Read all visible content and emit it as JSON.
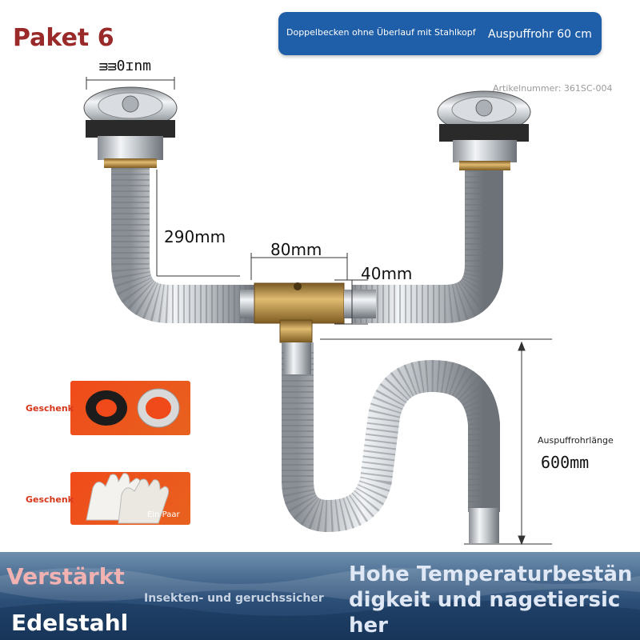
{
  "package_title": "Paket 6",
  "banner": {
    "description": "Doppelbecken ohne Überlauf mit Stahlkopf",
    "pipe": "Auspuffrohr 60 cm"
  },
  "article_number": "Artikelnummer: 361SC-004",
  "dimensions": {
    "top_width": "ᴟᴟ0ɪnm",
    "pipe_290": "290mm",
    "tee_80": "80mm",
    "tee_40": "40mm",
    "exhaust_length_label": "Auspuffrohrlänge",
    "exhaust_600": "600mm"
  },
  "gifts": {
    "label_1": "Geschenk",
    "label_2": "Geschenk",
    "pair": "Ein Paar"
  },
  "features": {
    "reinforced": "Verstärkt",
    "steel": "Edelstahl",
    "insect_odor": "Insekten- und geruchssicher",
    "heat": "Hohe Temperaturbeständigkeit und nagetiersicher"
  },
  "colors": {
    "title_red": "#9a2a2a",
    "banner_blue": "#1f5ea8",
    "gift_orange": "#f04a1a",
    "band_blue": "#2c4f78"
  }
}
